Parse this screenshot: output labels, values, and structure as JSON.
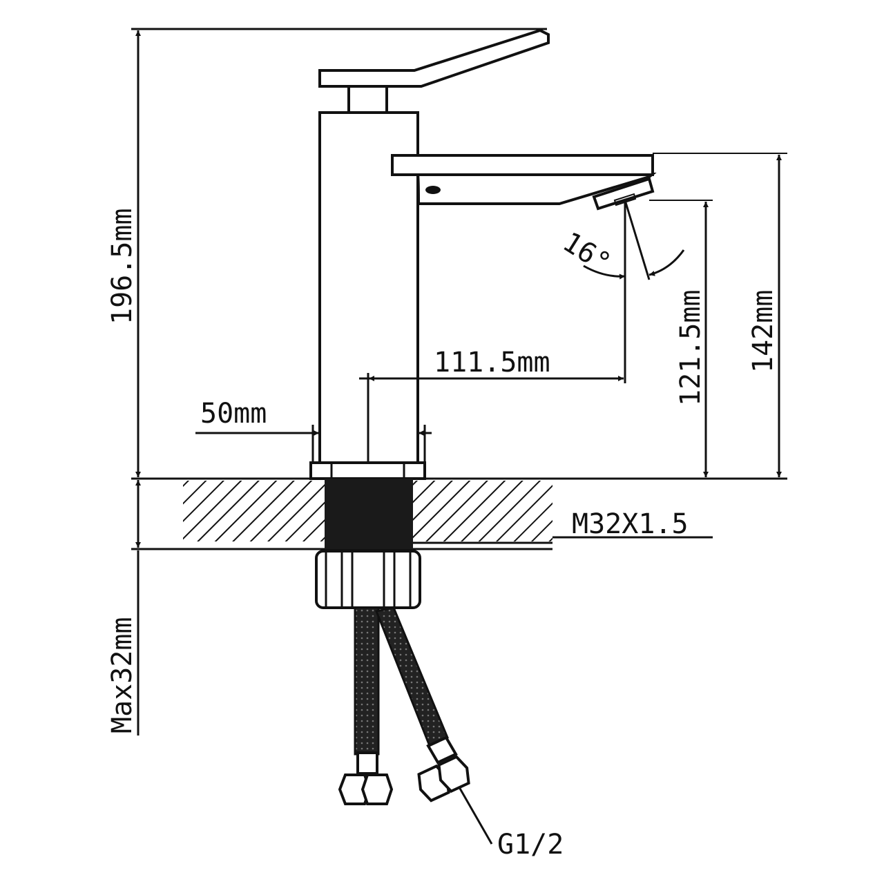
{
  "drawing": {
    "subject": "faucet",
    "dimensions": {
      "total_height": "196.5mm",
      "spout_height": "142mm",
      "outlet_height": "121.5mm",
      "spout_reach": "111.5mm",
      "base_width": "50mm",
      "spray_angle": "16°",
      "max_counter_thickness": "Max32mm",
      "thread": "M32X1.5",
      "hose_connection": "G1/2"
    },
    "colors": {
      "line": "#111111",
      "background": "#ffffff"
    }
  }
}
